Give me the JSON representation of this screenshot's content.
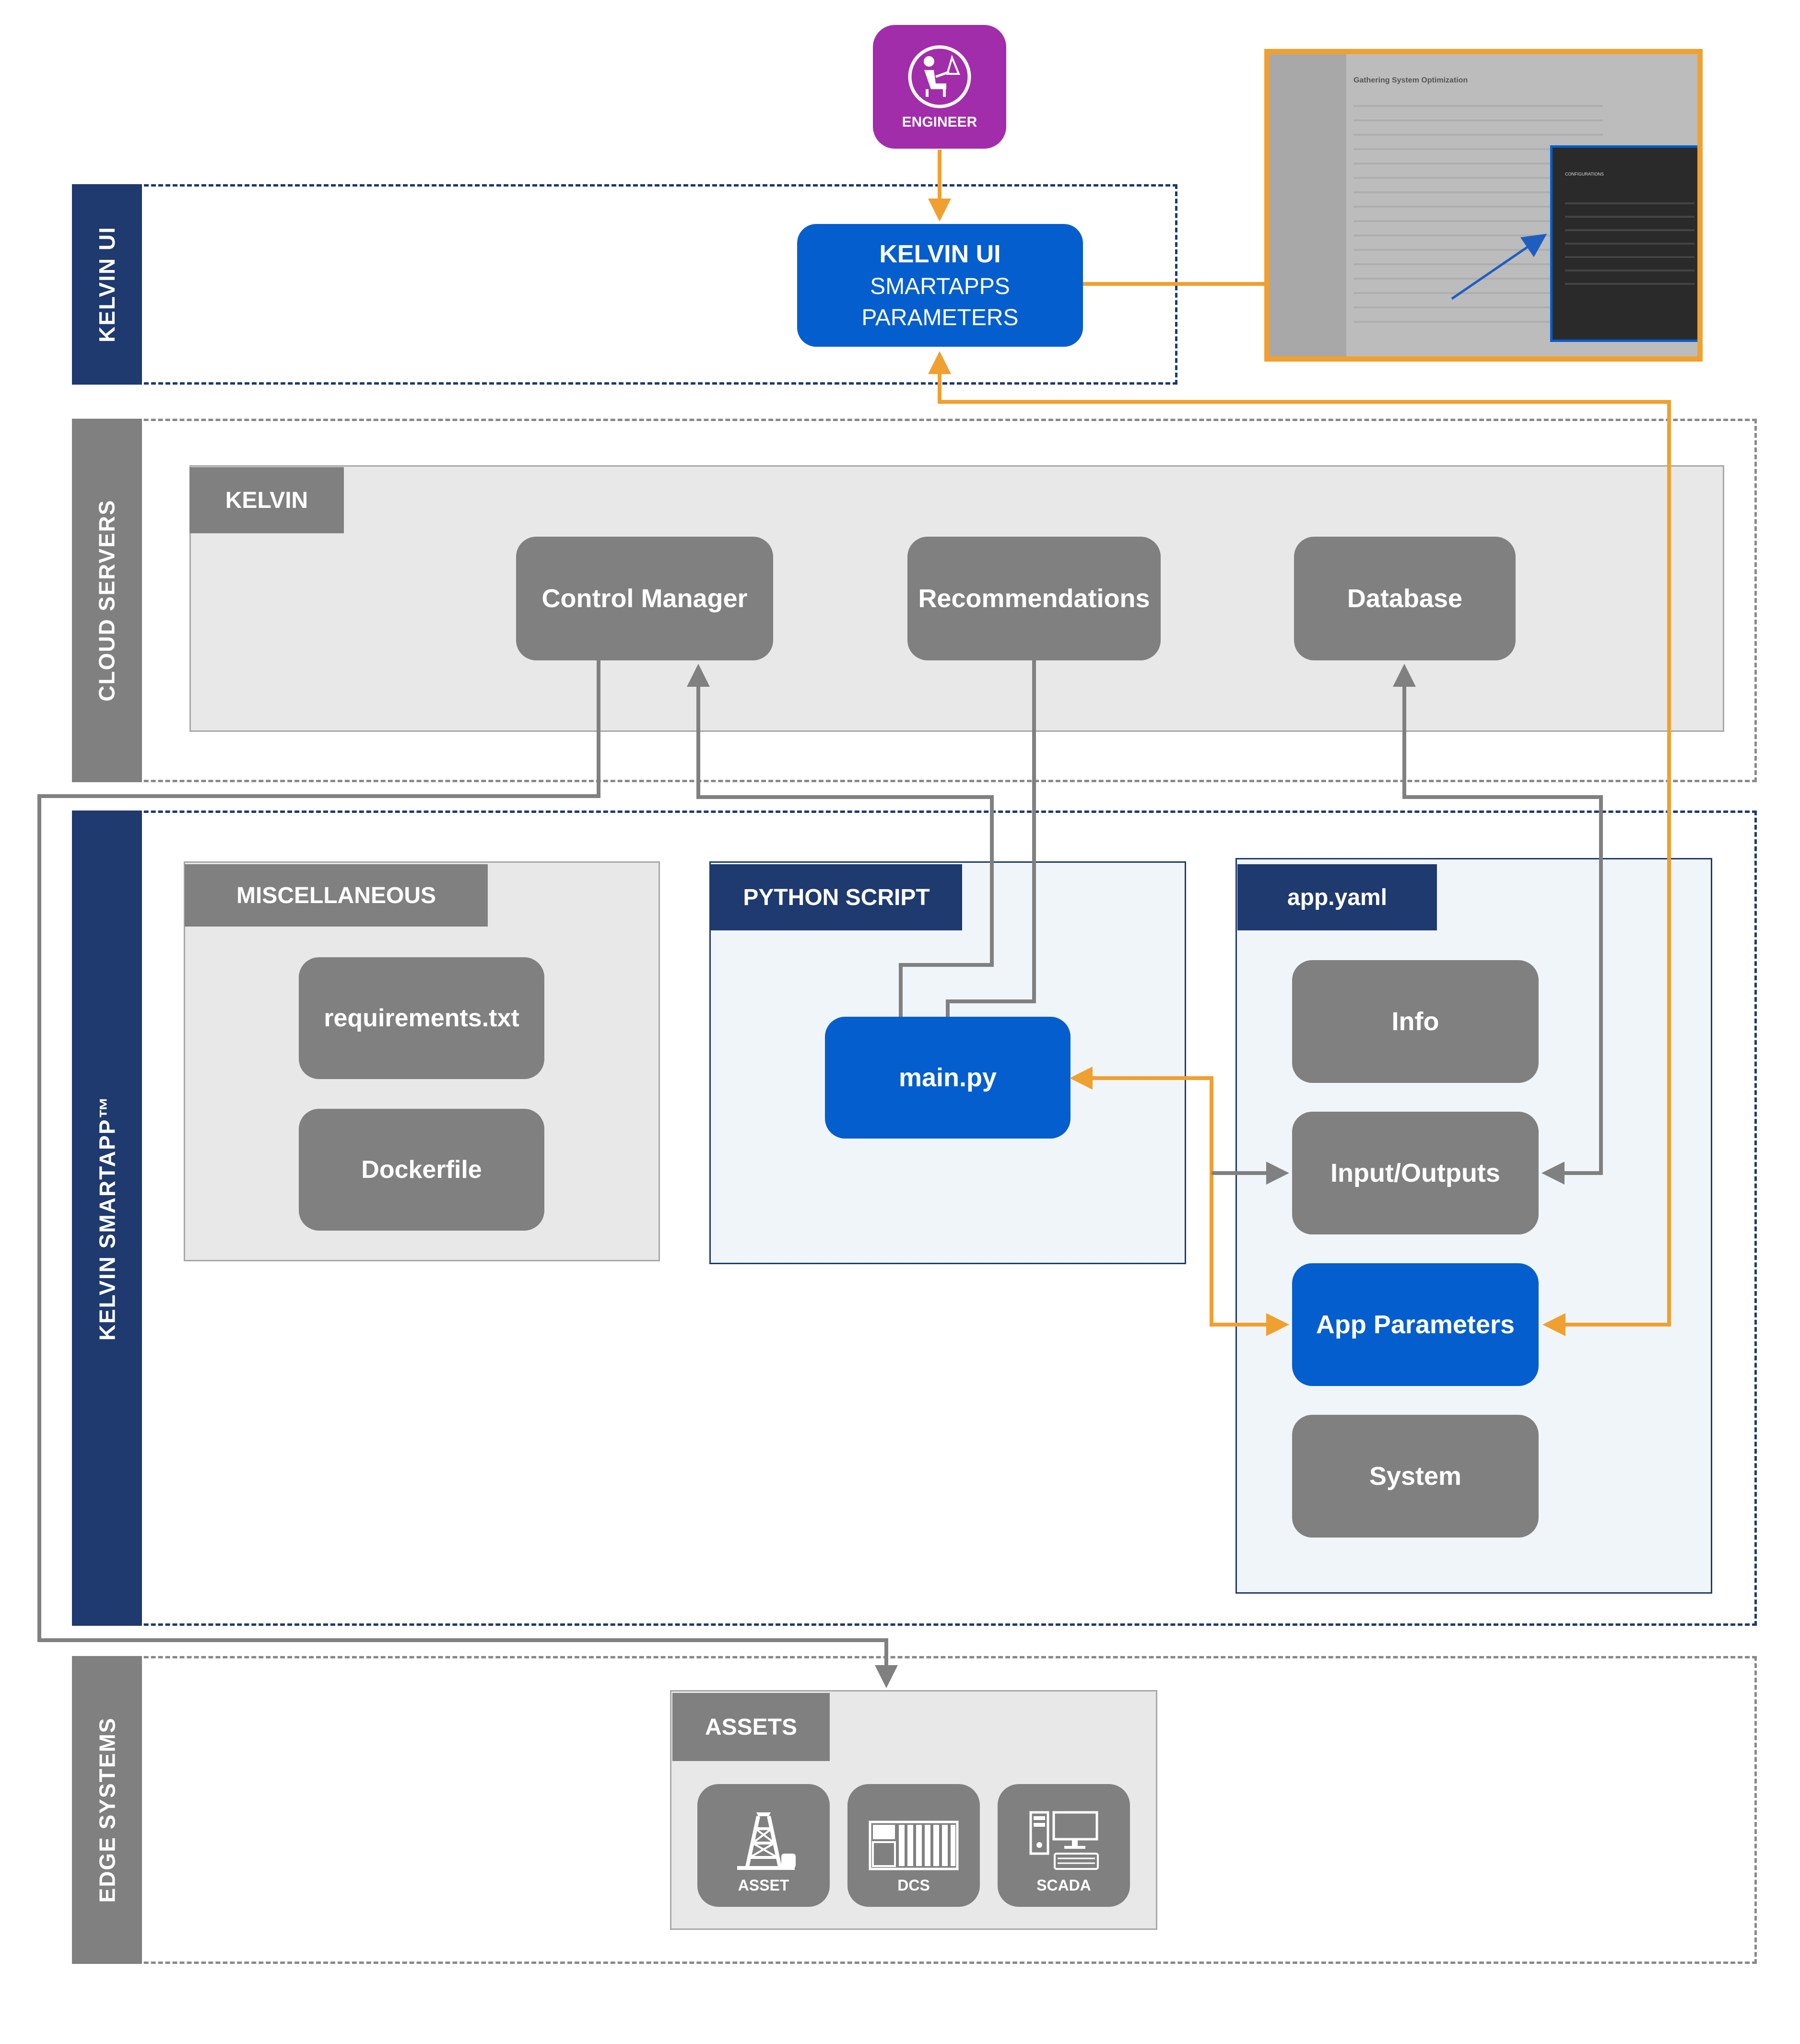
{
  "bands": {
    "kelvin_ui": "KELVIN UI",
    "cloud_servers": "CLOUD SERVERS",
    "smartapp": "KELVIN SMARTAPP™",
    "edge_systems": "EDGE SYSTEMS"
  },
  "engineer": {
    "label": "ENGINEER"
  },
  "kelvin_ui_box": {
    "line1": "KELVIN UI",
    "line2": "SMARTAPPS",
    "line3": "PARAMETERS"
  },
  "screenshot": {
    "page_title": "Gathering System Optimization",
    "panel_title": "CONFIGURATIONS"
  },
  "cloud": {
    "tab": "KELVIN",
    "control_manager": "Control Manager",
    "recommendations": "Recommendations",
    "database": "Database"
  },
  "misc": {
    "tab": "MISCELLANEOUS",
    "requirements": "requirements.txt",
    "dockerfile": "Dockerfile"
  },
  "python": {
    "tab": "PYTHON SCRIPT",
    "main": "main.py"
  },
  "appyaml": {
    "tab": "app.yaml",
    "info": "Info",
    "io": "Input/Outputs",
    "params": "App Parameters",
    "system": "System"
  },
  "assets": {
    "tab": "ASSETS",
    "asset": "ASSET",
    "dcs": "DCS",
    "scada": "SCADA"
  },
  "colors": {
    "navy": "#1e3a6e",
    "grey": "#808080",
    "blue": "#045ecd",
    "orange": "#f0a030",
    "purple": "#a12dab"
  }
}
